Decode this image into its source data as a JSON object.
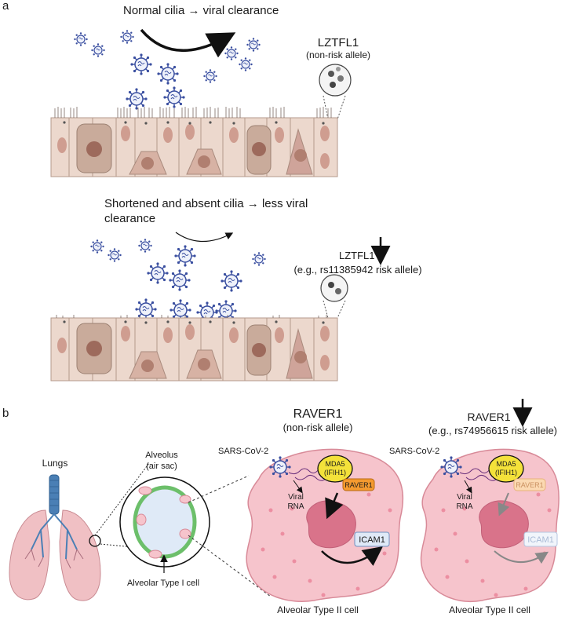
{
  "panel_labels": {
    "a": "a",
    "b": "b"
  },
  "panel_a": {
    "top": {
      "heading": "Normal cilia → viral clearance",
      "gene": "LZTFL1",
      "allele": "(non-risk allele)"
    },
    "bottom": {
      "heading_line1": "Shortened and absent cilia → less viral",
      "heading_line2": "clearance",
      "gene": "LZTFL1",
      "allele": "(e.g., rs11385942 risk allele)"
    }
  },
  "panel_b": {
    "lungs_label": "Lungs",
    "alveolus_line1": "Alveolus",
    "alveolus_line2": "(air sac)",
    "type1_label": "Alveolar Type I cell",
    "cell_left": {
      "gene": "RAVER1",
      "allele": "(non-risk allele)",
      "virus": "SARS-CoV-2",
      "rna_line1": "Viral",
      "rna_line2": "RNA",
      "mda5_line1": "MDA5",
      "mda5_line2": "(IFIH1)",
      "raver": "RAVER1",
      "icam": "ICAM1",
      "caption": "Alveolar Type II cell"
    },
    "cell_right": {
      "gene": "RAVER1",
      "allele": "(e.g., rs74956615 risk allele)",
      "virus": "SARS-CoV-2",
      "rna_line1": "Viral",
      "rna_line2": "RNA",
      "mda5_line1": "MDA5",
      "mda5_line2": "(IFIH1)",
      "raver": "RAVER1",
      "icam": "ICAM1",
      "caption": "Alveolar Type II cell"
    }
  },
  "colors": {
    "virus": "#3a4fa0",
    "epithelium": "#e8d2c6",
    "cell_outline": "#b59a8c",
    "nucleus": "#c89080",
    "pink_cell": "#f6c4cc",
    "mda5": "#f4e23a",
    "raver": "#f59a2f",
    "icam": "#dfe9f7",
    "lung": "#f0c0c4",
    "trachea": "#4a7fb5"
  }
}
